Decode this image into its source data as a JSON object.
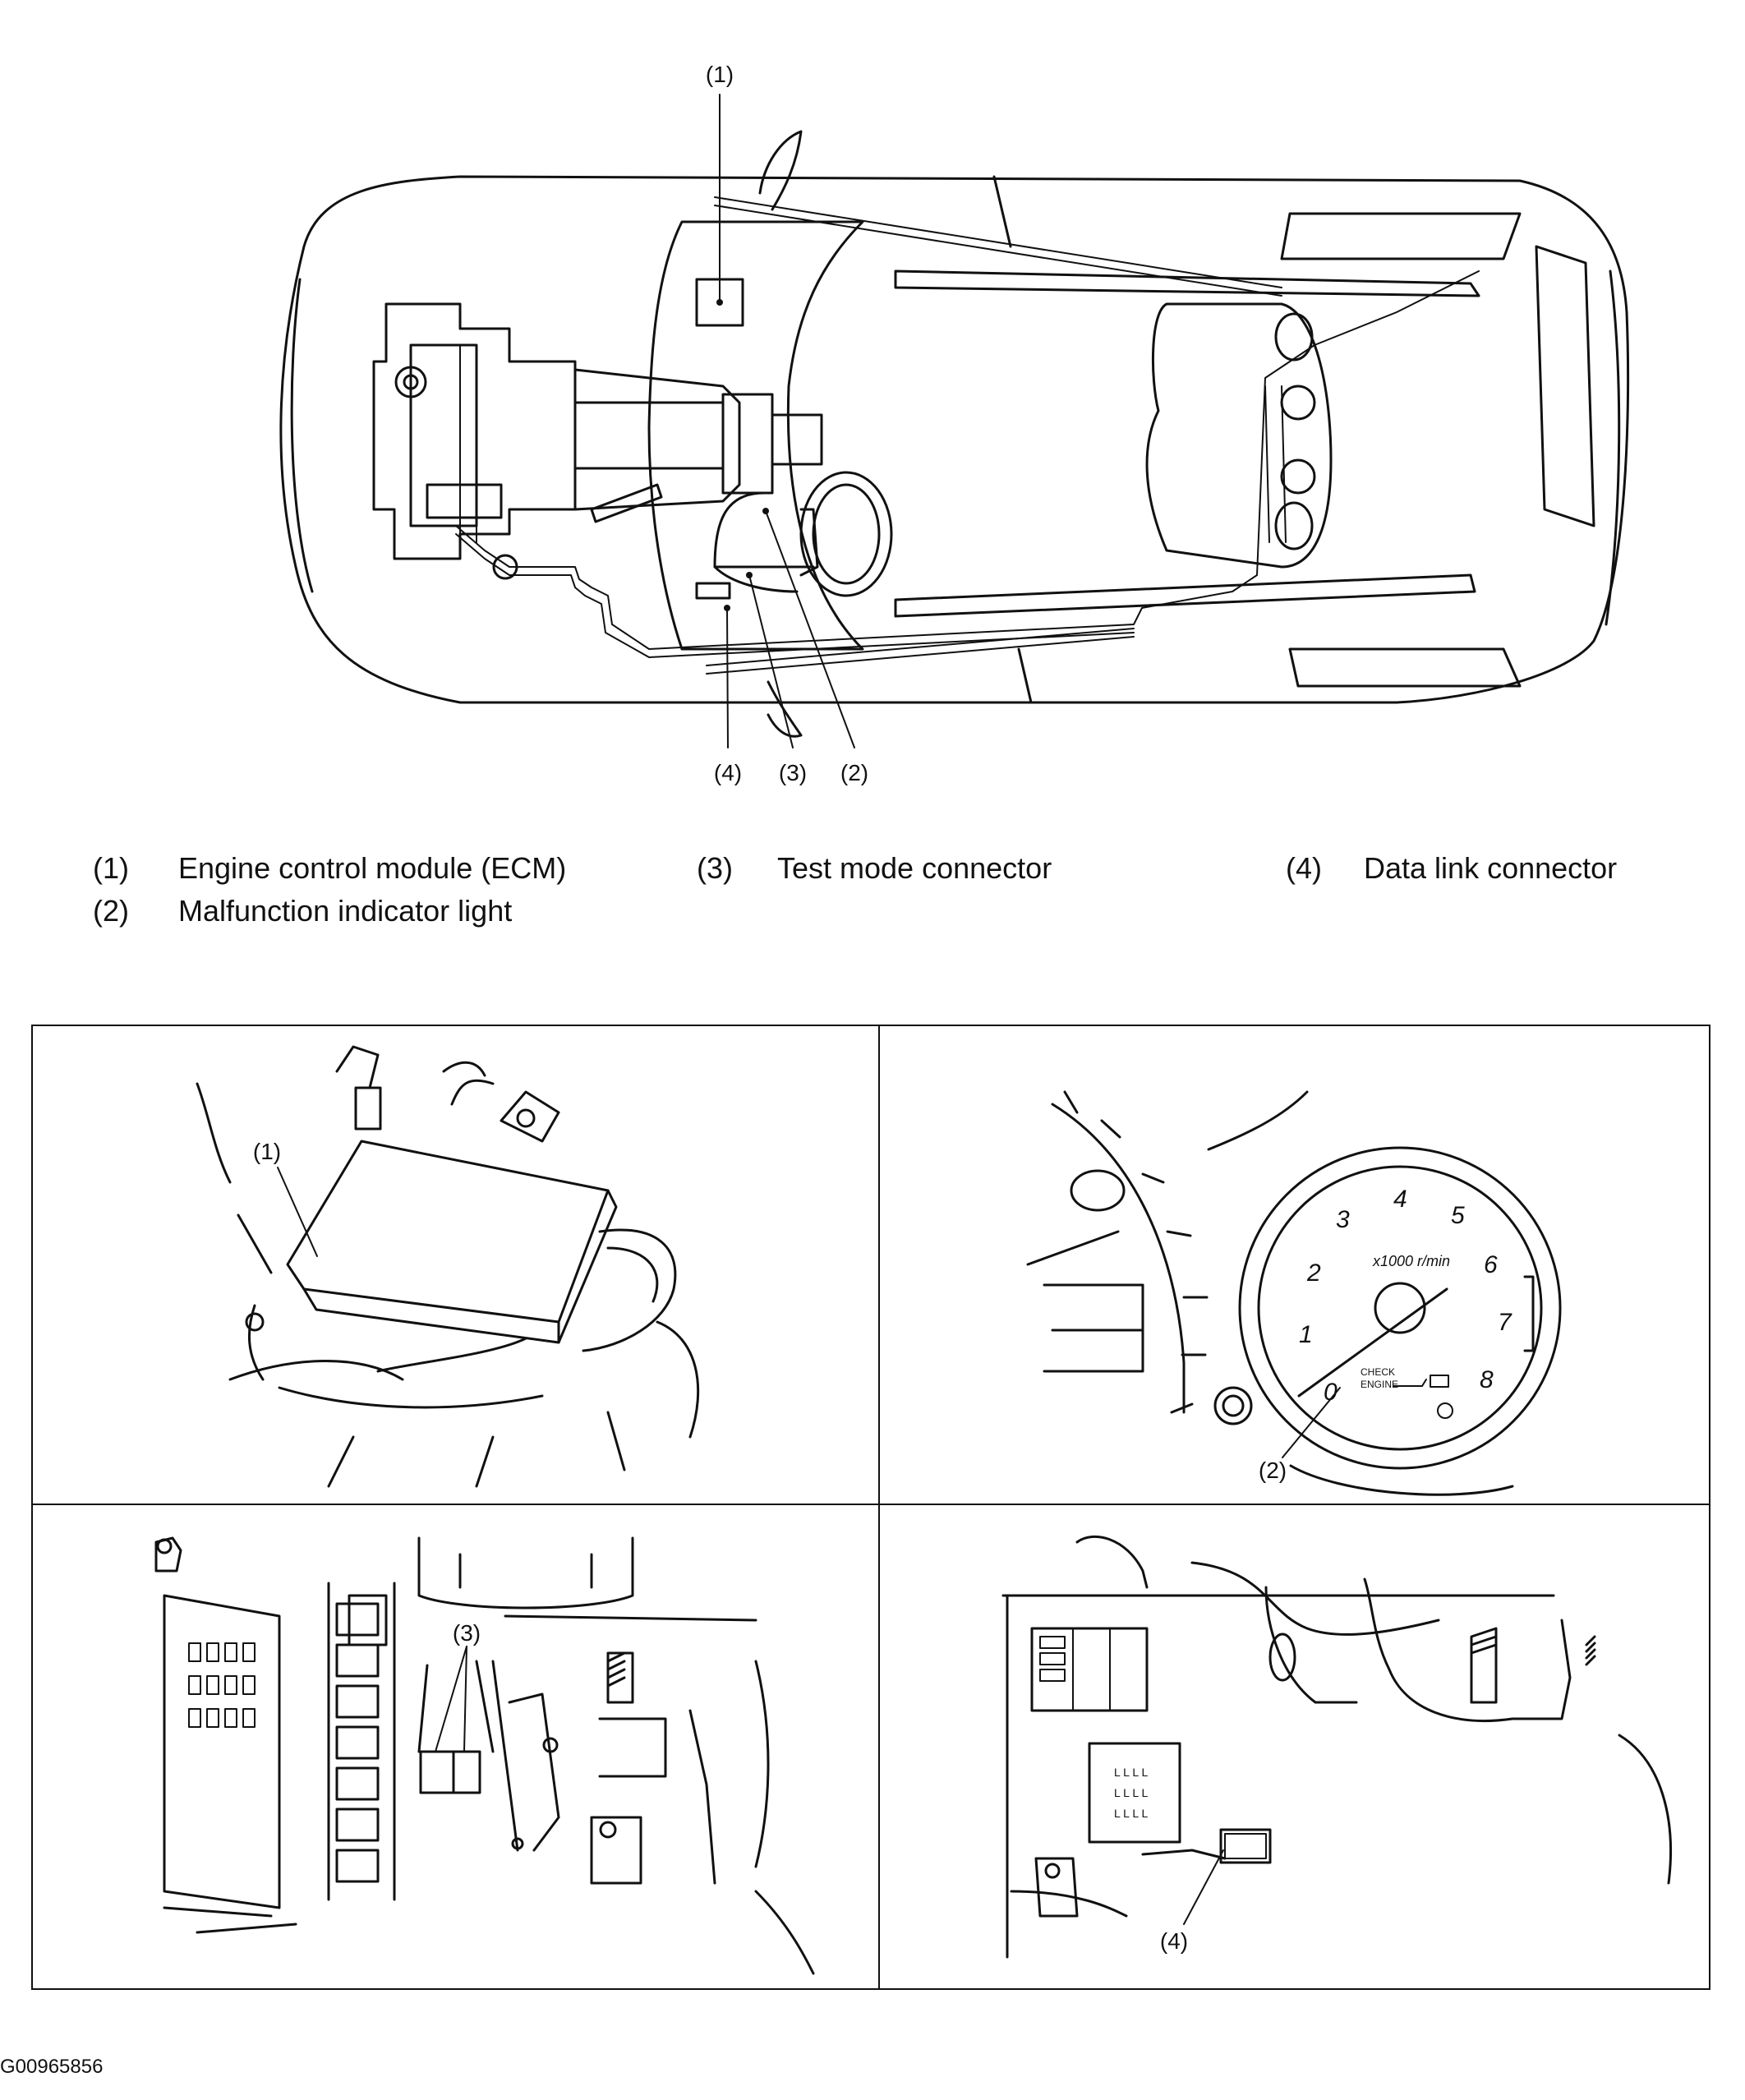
{
  "top_callouts": {
    "c1": "(1)",
    "c2": "(2)",
    "c3": "(3)",
    "c4": "(4)"
  },
  "legend": [
    {
      "num": "(1)",
      "text": "Engine control module (ECM)"
    },
    {
      "num": "(2)",
      "text": "Malfunction indicator light"
    },
    {
      "num": "(3)",
      "text": "Test mode connector"
    },
    {
      "num": "(4)",
      "text": "Data link connector"
    }
  ],
  "panels": {
    "ecm": {
      "callout": "(1)"
    },
    "cluster": {
      "callout": "(2)",
      "gauge_unit": "x1000 r/min",
      "gauge_numbers": [
        "0",
        "1",
        "2",
        "3",
        "4",
        "5",
        "6",
        "7",
        "8"
      ],
      "check_engine": [
        "CHECK",
        "ENGINE"
      ]
    },
    "test_mode": {
      "callout": "(3)"
    },
    "data_link": {
      "callout": "(4)"
    }
  },
  "figure_code": "G00965856"
}
